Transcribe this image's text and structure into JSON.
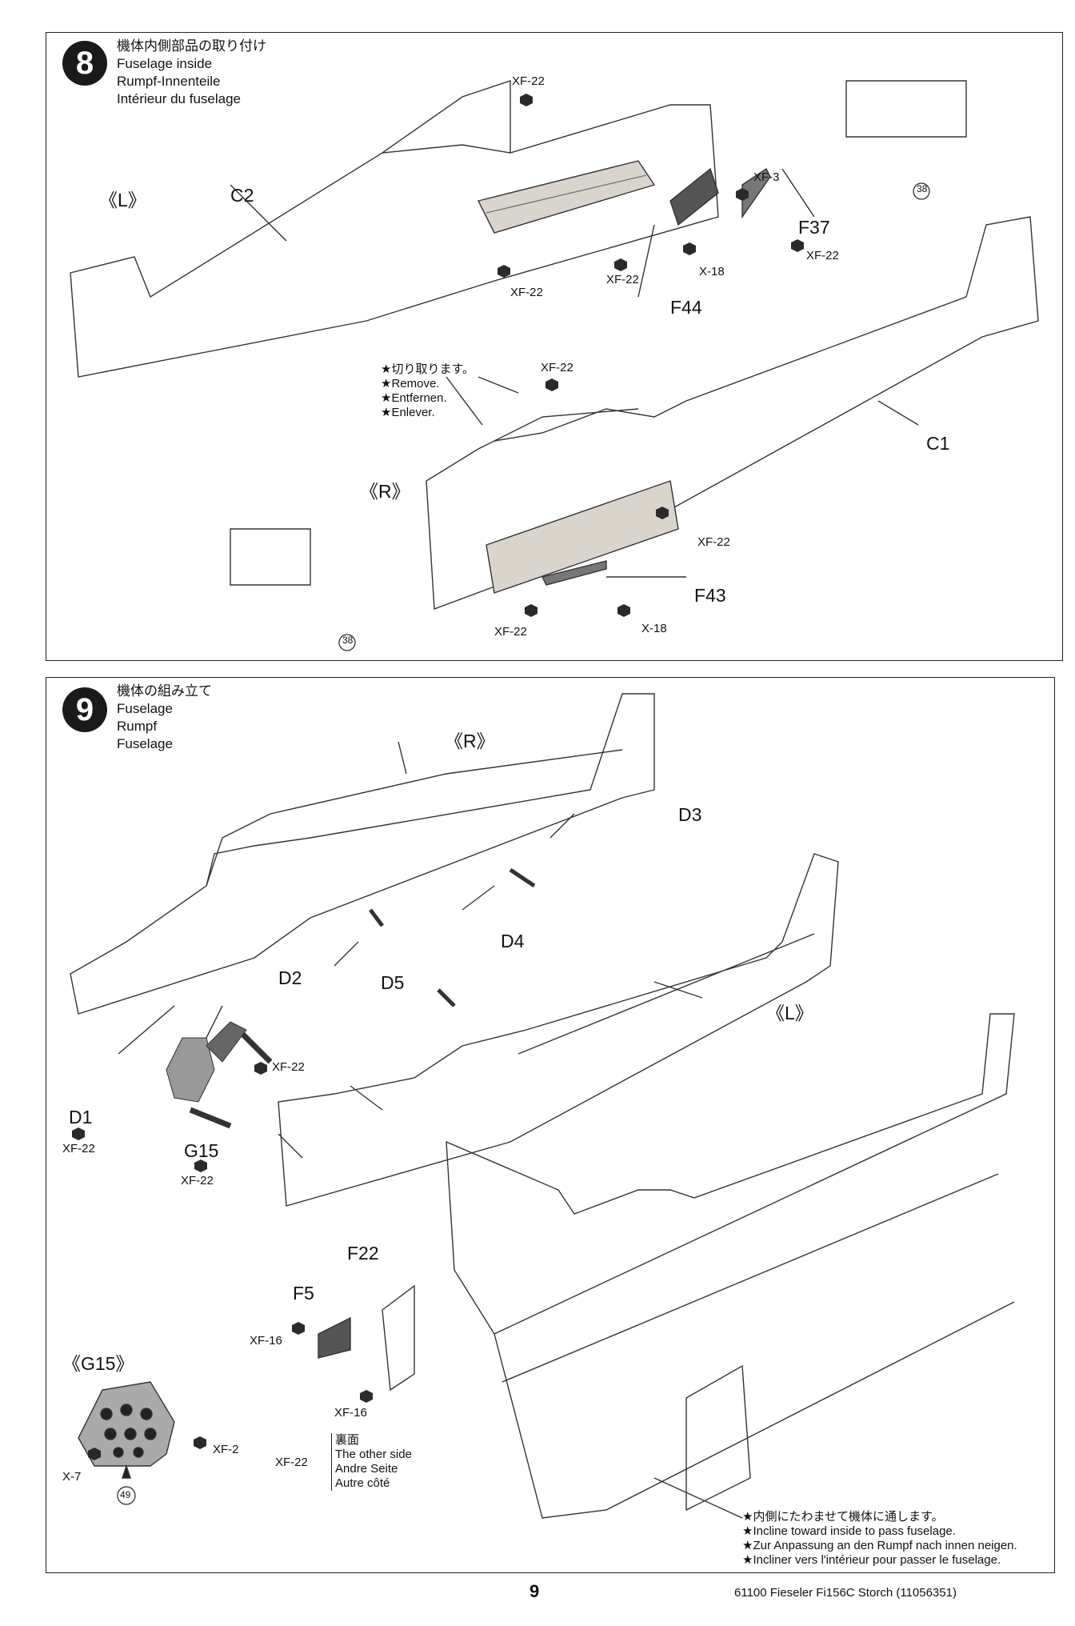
{
  "step8": {
    "number": "8",
    "title_jp": "機体内側部品の取り付け",
    "title_en": "Fuselage inside",
    "title_de": "Rumpf-Innenteile",
    "title_fr": "Intérieur du fuselage",
    "side_left": "《L》",
    "side_right": "《R》",
    "parts": {
      "c2": "C2",
      "c1": "C1",
      "f37": "F37",
      "f44": "F44",
      "f43": "F43"
    },
    "paints": {
      "xf22_top": "XF-22",
      "xf3": "XF-3",
      "xf22_f37": "XF-22",
      "xf22_left": "XF-22",
      "xf22_mid": "XF-22",
      "x18_top": "X-18",
      "xf22_remove": "XF-22",
      "xf22_c1": "XF-22",
      "xf22_bottom": "XF-22",
      "x18_bottom": "X-18"
    },
    "remove_note": [
      "★切り取ります。",
      "★Remove.",
      "★Entfernen.",
      "★Enlever."
    ],
    "ref_top": "38",
    "ref_bottom": "38"
  },
  "step9": {
    "number": "9",
    "title_jp": "機体の組み立て",
    "title_en": "Fuselage",
    "title_de": "Rumpf",
    "title_fr": "Fuselage",
    "side_right": "《R》",
    "side_left": "《L》",
    "detail_label": "《G15》",
    "parts": {
      "d1": "D1",
      "d2": "D2",
      "d3": "D3",
      "d4": "D4",
      "d5": "D5",
      "g15": "G15",
      "f5": "F5",
      "f22": "F22"
    },
    "paints": {
      "d2": "XF-22",
      "d1": "XF-22",
      "g15": "XF-22",
      "f5": "XF-16",
      "f22": "XF-16",
      "other_side_paint": "XF-22",
      "g15_xf2": "XF-2",
      "g15_x7": "X-7"
    },
    "other_side": [
      "裏面",
      "The other side",
      "Andre Seite",
      "Autre côté"
    ],
    "decal_ref": "49",
    "incline_note": [
      "★内側にたわませて機体に通します。",
      "★Incline toward inside to pass fuselage.",
      "★Zur Anpassung an den Rumpf nach innen neigen.",
      "★Incliner vers l'intérieur pour passer le fuselage."
    ]
  },
  "footer": {
    "page_number": "9",
    "product": "61100  Fieseler Fi156C Storch (11056351)"
  }
}
